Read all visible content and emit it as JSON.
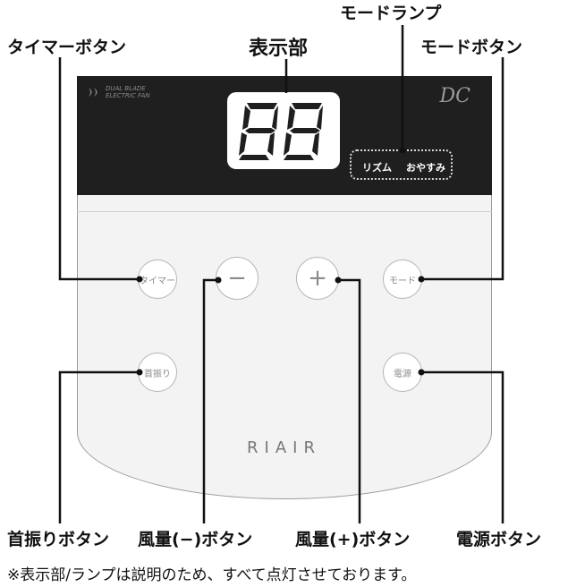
{
  "callouts": {
    "mode_lamp": "モードランプ",
    "timer_button": "タイマーボタン",
    "display": "表示部",
    "mode_button": "モードボタン",
    "swing_button": "首振りボタン",
    "wind_minus_button": "風量(−)ボタン",
    "wind_plus_button": "風量(+)ボタン",
    "power_button": "電源ボタン"
  },
  "panel": {
    "brand_line1": "DUAL BLADE",
    "brand_line2": "ELECTRIC FAN",
    "model_badge": "DC",
    "display_value": "88",
    "lamp_rhythm": "リズム",
    "lamp_sleep": "おやすみ",
    "logo": "RIAIR"
  },
  "buttons": {
    "timer": "タイマー",
    "minus": "−",
    "plus": "+",
    "mode": "モード",
    "swing": "首振り",
    "power": "電源"
  },
  "note": "※表示部/ランプは説明のため、すべて点灯させております。"
}
